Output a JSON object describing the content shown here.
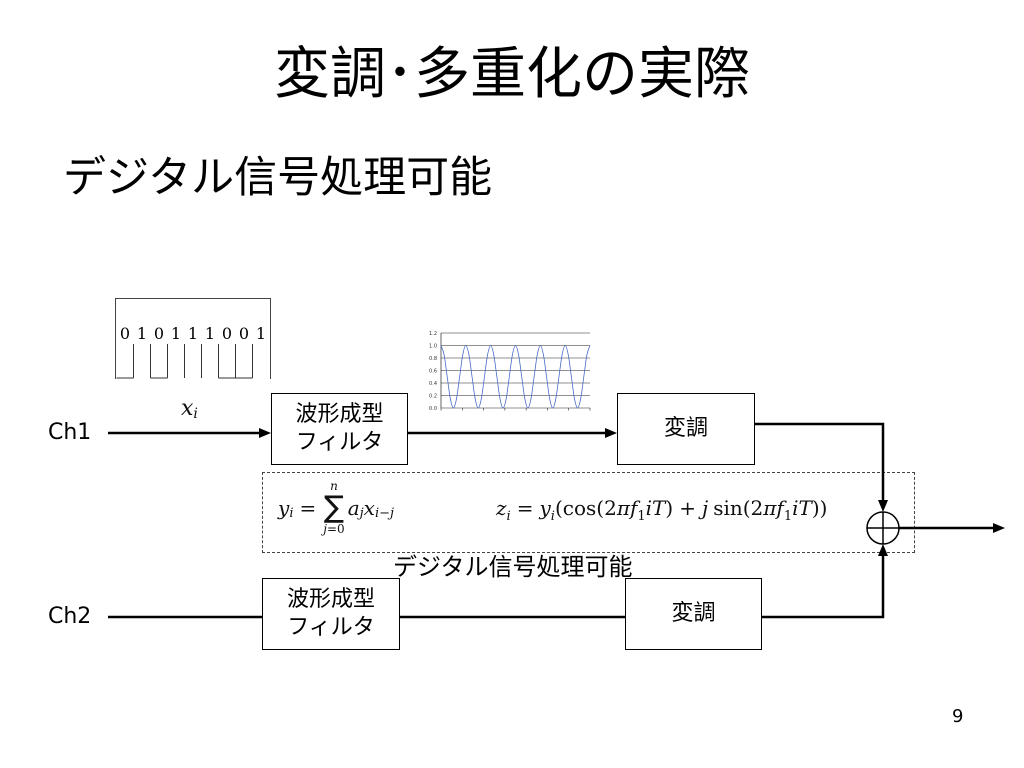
{
  "slide": {
    "title": "変調･多重化の実際",
    "bullet": "デジタル信号処理可能",
    "page_number": "9"
  },
  "diagram": {
    "bit_sequence": [
      "0",
      "1",
      "0",
      "1",
      "1",
      "1",
      "0",
      "0",
      "1"
    ],
    "input_symbol": {
      "base": "x",
      "sub": "i"
    },
    "channels": [
      {
        "label": "Ch1",
        "filter_lines": [
          "波形成型",
          "フィルタ"
        ],
        "modulator": "変調"
      },
      {
        "label": "Ch2",
        "filter_lines": [
          "波形成型",
          "フィルタ"
        ],
        "modulator": "変調"
      }
    ],
    "dsp_region_caption": "デジタル信号処理可能",
    "adder_icon": "circle-plus-icon",
    "formulas": {
      "filter": [
        "y",
        "i",
        "=",
        "n",
        "∑",
        "j",
        "=0",
        "a",
        "j",
        "x",
        "i−j"
      ],
      "modulation": [
        "z",
        "i",
        "=",
        "y",
        "i",
        "(cos(2",
        "π",
        "f",
        "1",
        "iT",
        ")",
        "+",
        "j",
        "sin(2",
        "π",
        "f",
        "1",
        "iT",
        "))"
      ]
    }
  },
  "chart_data": {
    "type": "line",
    "y_ticks": [
      "0.0",
      "0.2",
      "0.4",
      "0.6",
      "0.8",
      "1.0",
      "1.2"
    ],
    "ylim": [
      0,
      1.2
    ],
    "grid": true,
    "series": [
      {
        "values": [
          1.0,
          0.85,
          0.5,
          0.15,
          0.0,
          0.15,
          0.5,
          0.85,
          1.0,
          0.85,
          0.5,
          0.15,
          0.0,
          0.15,
          0.5,
          0.85,
          1.0,
          0.85,
          0.5,
          0.15,
          0.0,
          0.15,
          0.5,
          0.85,
          1.0,
          0.85,
          0.5,
          0.15,
          0.0,
          0.15,
          0.5,
          0.85,
          1.0,
          0.85,
          0.5,
          0.15,
          0.0,
          0.15,
          0.5,
          0.85,
          1.0,
          0.85,
          0.5,
          0.15,
          0.0,
          0.15,
          0.5,
          0.85,
          1.0
        ]
      }
    ]
  },
  "colors": {
    "waveform": "#4a6cc8"
  }
}
